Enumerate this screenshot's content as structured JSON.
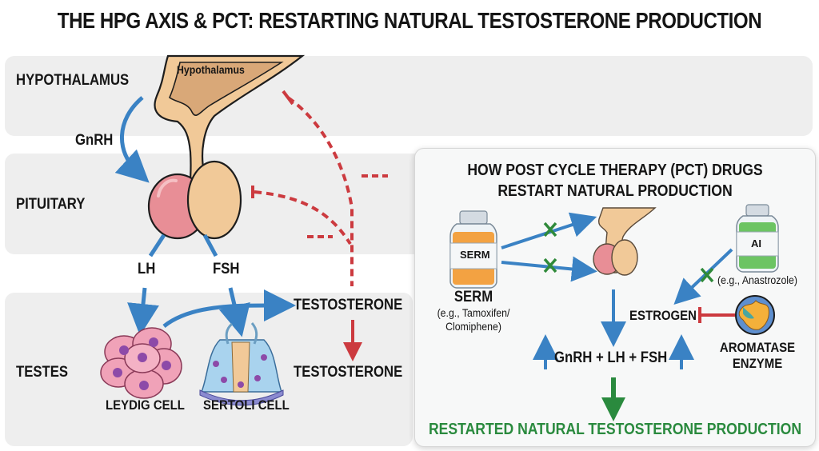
{
  "title": "THE HPG AXIS & PCT: RESTARTING NATURAL TESTOSTERONE PRODUCTION",
  "left_diagram": {
    "bands": {
      "hypothalamus": "HYPOTHALAMUS",
      "pituitary": "PITUITARY",
      "testes": "TESTES"
    },
    "organ_label": "Hypothalamus",
    "hormones": {
      "gnrh": "GnRH",
      "lh": "LH",
      "fsh": "FSH",
      "testosterone_top": "TESTOSTERONE",
      "testosterone_bottom": "TESTOSTERONE"
    },
    "cells": {
      "leydig": "LEYDIG CELL",
      "sertoli": "SERTOLI CELL"
    }
  },
  "pct_panel": {
    "title_line1": "HOW POST CYCLE THERAPY (PCT) DRUGS",
    "title_line2": "RESTART NATURAL PRODUCTION",
    "serm": {
      "bottle_label": "SERM",
      "name": "SERM",
      "examples_line1": "(e.g., Tamoxifen/",
      "examples_line2": "Clomiphene)"
    },
    "ai": {
      "bottle_label": "AI",
      "examples": "(e.g., Anastrozole)"
    },
    "estrogen": "ESTROGEN",
    "aromatase_line1": "AROMATASE",
    "aromatase_line2": "ENZYME",
    "hormones_up": "GnRH + LH + FSH",
    "result": "RESTARTED NATURAL TESTOSTERONE PRODUCTION"
  },
  "colors": {
    "stimulate_arrow": "#3a82c4",
    "inhibit_arrow": "#cc3a3f",
    "result_green": "#2a8a3e",
    "block_mark": "#2f8a3a"
  }
}
